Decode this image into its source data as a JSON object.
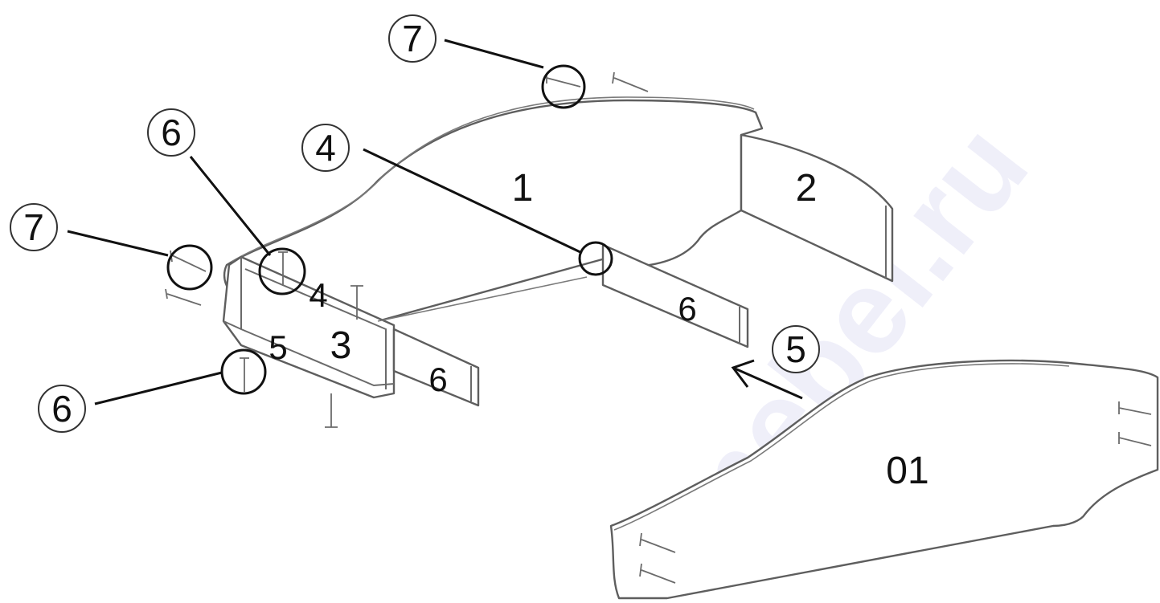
{
  "watermark": "mebel.ru",
  "callouts": {
    "c7_top": "7",
    "c6_upper": "6",
    "c4": "4",
    "c7_left": "7",
    "c6_lower": "6",
    "c5_right": "5"
  },
  "part_labels": {
    "p1": "1",
    "p2": "2",
    "p3": "3",
    "p4_small": "4",
    "p5_small": "5",
    "p6_front": "6",
    "p6_rail": "6",
    "p01": "01"
  },
  "colors": {
    "line": "#5e5e5e",
    "ink": "#111111",
    "watermark": "#2a2ab8"
  }
}
